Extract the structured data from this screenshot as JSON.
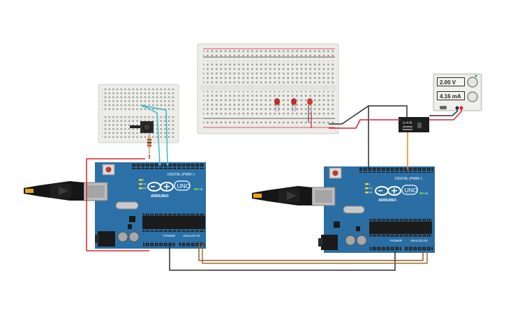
{
  "power_supply": {
    "voltage_readout": "2.00 V",
    "current_readout": "4.16 mA"
  },
  "arduinos": [
    {
      "brand": "ARDUINO",
      "model": "UNO",
      "header_digital": "DIGITAL (PWM~)",
      "header_power": "POWER",
      "header_analog": "ANALOG IN",
      "on_label": "ON",
      "tx_label": "TX",
      "rx_label": "RX",
      "l_label": "L"
    },
    {
      "brand": "ARDUINO",
      "model": "UNO",
      "header_digital": "DIGITAL (PWM~)",
      "header_power": "POWER",
      "header_analog": "ANALOG IN",
      "on_label": "ON",
      "tx_label": "TX",
      "rx_label": "RX",
      "l_label": "L"
    }
  ],
  "relay": {
    "label": "U-4-R"
  },
  "colors": {
    "board_blue": "#2a6ea3",
    "wire_red": "#d8232a",
    "wire_black": "#2b2b2b",
    "wire_cyan": "#3bb8c8",
    "wire_orange": "#e8891d",
    "wire_brown": "#8a5a2b",
    "led_red": "#c8322c",
    "breadboard": "#ecece8"
  },
  "icons": [
    "usb-cable-icon",
    "dc-barrel-jack-icon",
    "reset-button-icon",
    "pushbutton-icon",
    "resistor-icon",
    "led-icon"
  ]
}
